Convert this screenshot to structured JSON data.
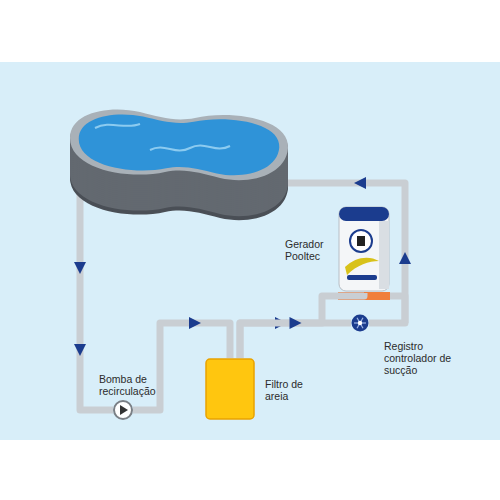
{
  "diagram": {
    "nodes": [
      {
        "text": [
          "Gerador Pooltec"
        ]
      },
      {
        "text": [
          "Bomba de recirculação"
        ]
      },
      {
        "text": [
          "Filtro de areia"
        ]
      },
      {
        "text": [
          "Registro controlador de sucção"
        ]
      }
    ],
    "edges": [
      {
        "from": 1,
        "to": 2,
        "arrow": "to"
      },
      {
        "from": 2,
        "to": 0,
        "arrow": "to"
      },
      {
        "from": 2,
        "to": 3,
        "arrow": "to"
      }
    ]
  }
}
